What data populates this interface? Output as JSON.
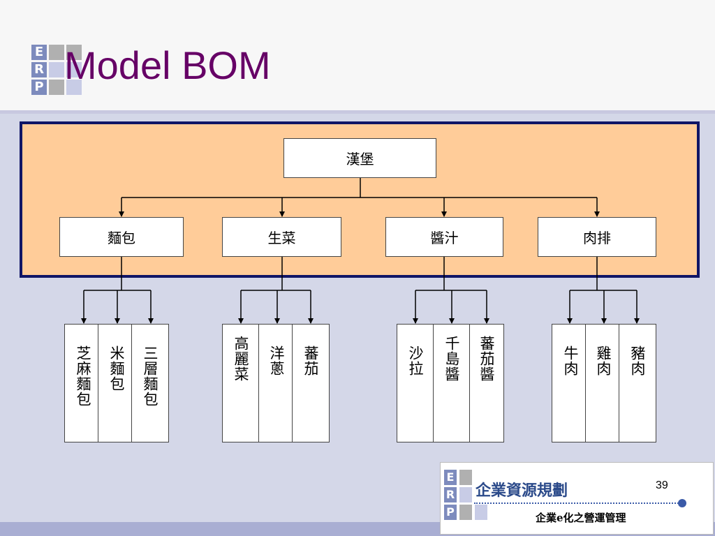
{
  "slide": {
    "title": "Model BOM",
    "logo_letters": [
      "E",
      "R",
      "P"
    ]
  },
  "bom": {
    "root": "漢堡",
    "components": [
      {
        "label": "麵包",
        "children": [
          "芝麻麵包",
          "米麵包",
          "三層麵包"
        ]
      },
      {
        "label": "生菜",
        "children": [
          "高麗菜",
          "洋蔥",
          "蕃茄"
        ]
      },
      {
        "label": "醬汁",
        "children": [
          "沙拉",
          "千島醬",
          "蕃茄醬"
        ]
      },
      {
        "label": "肉排",
        "children": [
          "牛肉",
          "雞肉",
          "豬肉"
        ]
      }
    ]
  },
  "footer": {
    "logo_letters": [
      "E",
      "R",
      "P"
    ],
    "title": "企業資源規劃",
    "page_number": "39",
    "subtitle": "企業e化之營運管理"
  },
  "colors": {
    "title": "#660066",
    "panel_fill": "#ffcc99",
    "panel_border": "#0f1566",
    "background": "#d4d7e8",
    "logo_letter_cell": "#7d8bbd",
    "logo_gray": "#b0b0b0",
    "logo_lavender": "#c8cce6",
    "footer_title": "#2b4a8a"
  }
}
